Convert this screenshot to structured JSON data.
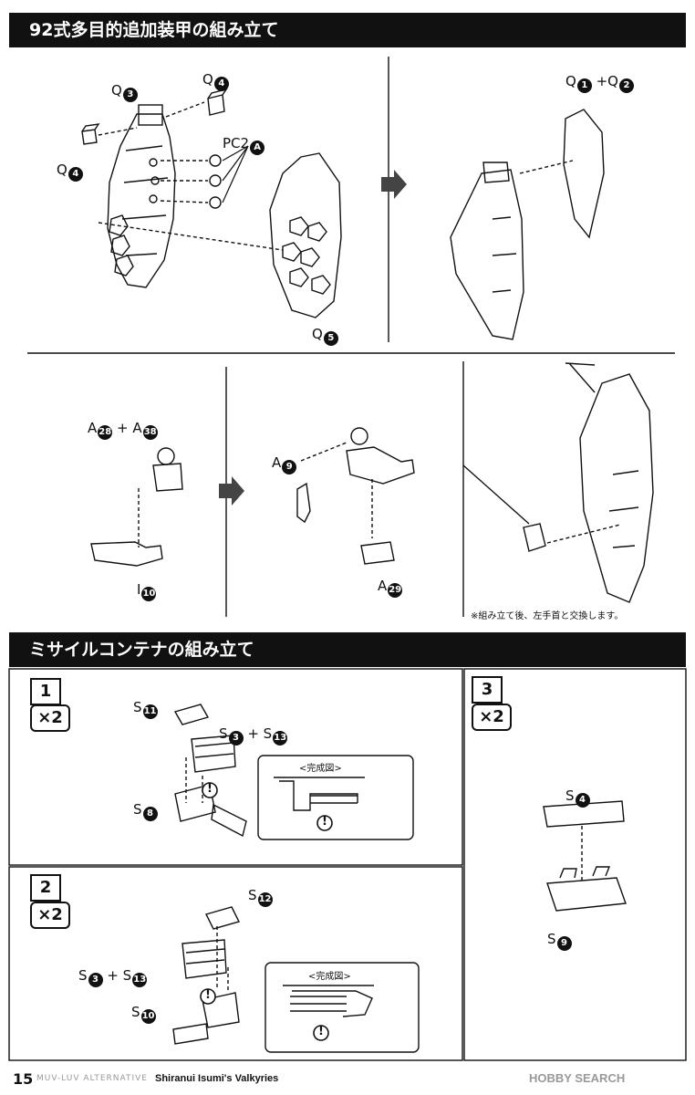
{
  "sections": {
    "armor_title": "92式多目的追加装甲の組み立て",
    "missile_title": "ミサイルコンテナの組み立て"
  },
  "labels": {
    "q3": {
      "letter": "Q",
      "num": "3"
    },
    "q4_top": {
      "letter": "Q",
      "num": "4"
    },
    "q4_left": {
      "letter": "Q",
      "num": "4"
    },
    "pc2a": {
      "letter": "PC2",
      "num": "A"
    },
    "q5": {
      "letter": "Q",
      "num": "5"
    },
    "q1": {
      "letter": "Q",
      "num": "1"
    },
    "q2": {
      "letter": "Q",
      "num": "2"
    },
    "plus": "+",
    "a28": {
      "letter": "A",
      "num": "28"
    },
    "a38": {
      "letter": "A",
      "num": "38"
    },
    "i10": {
      "letter": "I",
      "num": "10"
    },
    "a9": {
      "letter": "A",
      "num": "9"
    },
    "a29": {
      "letter": "A",
      "num": "29"
    },
    "s11": {
      "letter": "S",
      "num": "11"
    },
    "s3a": {
      "letter": "S",
      "num": "3"
    },
    "s13a": {
      "letter": "S",
      "num": "13"
    },
    "s8": {
      "letter": "S",
      "num": "8"
    },
    "s12": {
      "letter": "S",
      "num": "12"
    },
    "s3b": {
      "letter": "S",
      "num": "3"
    },
    "s13b": {
      "letter": "S",
      "num": "13"
    },
    "s10": {
      "letter": "S",
      "num": "10"
    },
    "s4": {
      "letter": "S",
      "num": "4"
    },
    "s9": {
      "letter": "S",
      "num": "9"
    }
  },
  "note_text": "※組み立て後、左手首と交換します。",
  "steps": [
    {
      "num": "1",
      "qty": "×2"
    },
    {
      "num": "2",
      "qty": "×2"
    },
    {
      "num": "3",
      "qty": "×2"
    }
  ],
  "completed_label": "<完成図>",
  "caution_symbol": "!",
  "footer": {
    "page": "15",
    "series": "MUV-LUV ALTERNATIVE",
    "title": "Shiranui Isumi's Valkyries",
    "watermark": "HOBBY SEARCH"
  }
}
